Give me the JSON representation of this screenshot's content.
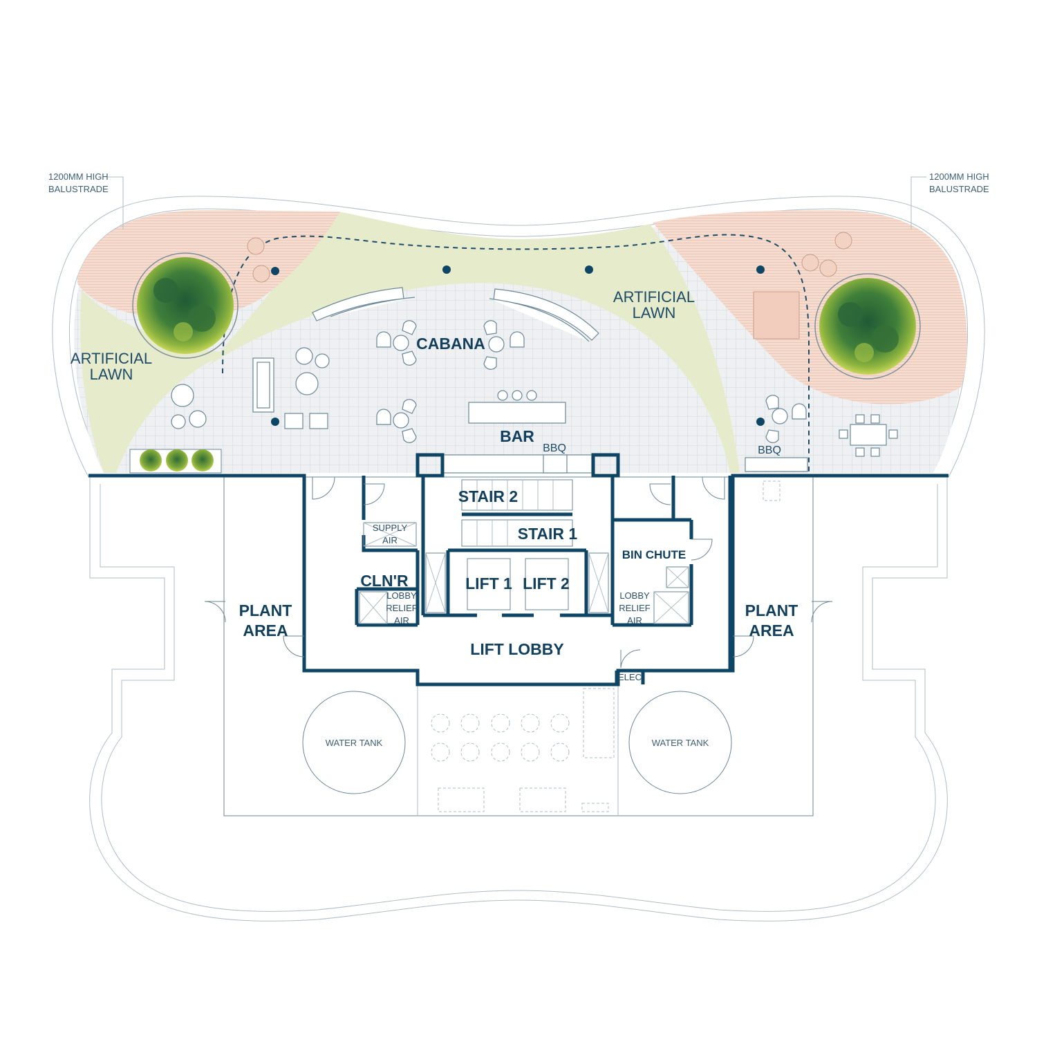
{
  "labels": {
    "balustrade_left_1": "1200MM HIGH",
    "balustrade_left_2": "BALUSTRADE",
    "balustrade_right_1": "1200MM HIGH",
    "balustrade_right_2": "BALUSTRADE",
    "lawn_left_1": "ARTIFICIAL",
    "lawn_left_2": "LAWN",
    "lawn_right_1": "ARTIFICIAL",
    "lawn_right_2": "LAWN",
    "cabana": "CABANA",
    "bar": "BAR",
    "bbq_center": "BBQ",
    "bbq_right": "BBQ",
    "stair_2": "STAIR 2",
    "stair_1": "STAIR 1",
    "supply_air_1": "SUPPLY",
    "supply_air_2": "AIR",
    "cleaner": "CLN'R",
    "lobby_relief_left_1": "LOBBY",
    "lobby_relief_left_2": "RELIEF",
    "lobby_relief_left_3": "AIR",
    "lift_1": "LIFT 1",
    "lift_2": "LIFT 2",
    "bin_chute": "BIN CHUTE",
    "lobby_relief_right_1": "LOBBY",
    "lobby_relief_right_2": "RELIEF",
    "lobby_relief_right_3": "AIR",
    "plant_left_1": "PLANT",
    "plant_left_2": "AREA",
    "plant_right_1": "PLANT",
    "plant_right_2": "AREA",
    "lift_lobby": "LIFT LOBBY",
    "elec": "ELEC",
    "water_tank_left": "WATER TANK",
    "water_tank_right": "WATER TANK"
  },
  "colors": {
    "wall": "#0f4564",
    "lawn": "#e6ebcc",
    "deck": "#f6dccf",
    "paving": "#eef0f2",
    "tree_dark": "#2f6b3a",
    "tree_light": "#9fbf3f"
  },
  "icons": [
    "tree-icon",
    "door-swing-icon",
    "bollard-light-icon",
    "chair-icon",
    "table-icon"
  ]
}
